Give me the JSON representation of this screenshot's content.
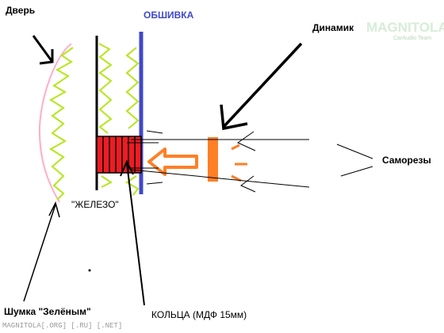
{
  "labels": {
    "door": "Дверь",
    "trim": "ОБШИВКА",
    "speaker": "Динамик",
    "screws": "Саморезы",
    "iron": "\"ЖЕЛЕЗО\"",
    "deadening": "Шумка \"Зелёным\"",
    "rings": "КОЛЬЦА (МДФ 15мм)"
  },
  "logo": {
    "brand": "MAGNITOLA",
    "sub": "CarAudio Team"
  },
  "footer": "MAGNITOLA[.ORG] [.RU] [.NET]",
  "colors": {
    "trim_line": "#3f48cc",
    "deadening": "#b5e61d",
    "door_outline": "#ffaec9",
    "rings": "#ed1c24",
    "speaker": "#ff7f27",
    "trim_text": "#3f48cc",
    "ink": "#000000"
  }
}
